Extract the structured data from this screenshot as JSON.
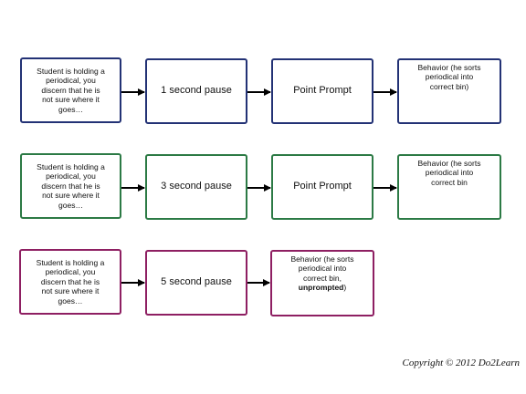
{
  "rows": [
    {
      "antecedent": "Student is holding a\nperiodical, you\ndiscern that he is\nnot sure where it\ngoes…",
      "pause": "1 second pause",
      "prompt": "Point Prompt",
      "behavior": "Behavior (he sorts\nperiodical into\ncorrect bin)"
    },
    {
      "antecedent": "Student is holding a\nperiodical, you\ndiscern that he is\nnot sure where it\ngoes…",
      "pause": "3 second pause",
      "prompt": "Point Prompt",
      "behavior": "Behavior (he sorts\nperiodical into\ncorrect bin"
    },
    {
      "antecedent": "Student is holding a\nperiodical, you\ndiscern that he is\nnot sure where it\ngoes…",
      "pause": "5 second pause",
      "behavior": "Behavior (he sorts\nperiodical into\ncorrect bin,",
      "behavior_bold": "unprompted",
      "behavior_end": ")"
    }
  ],
  "colors": {
    "row1": "#233275",
    "row2": "#2c7a45",
    "row3": "#8e1f62",
    "arrow": "#000000"
  },
  "copyright": "Copyright © 2012 Do2Learn"
}
